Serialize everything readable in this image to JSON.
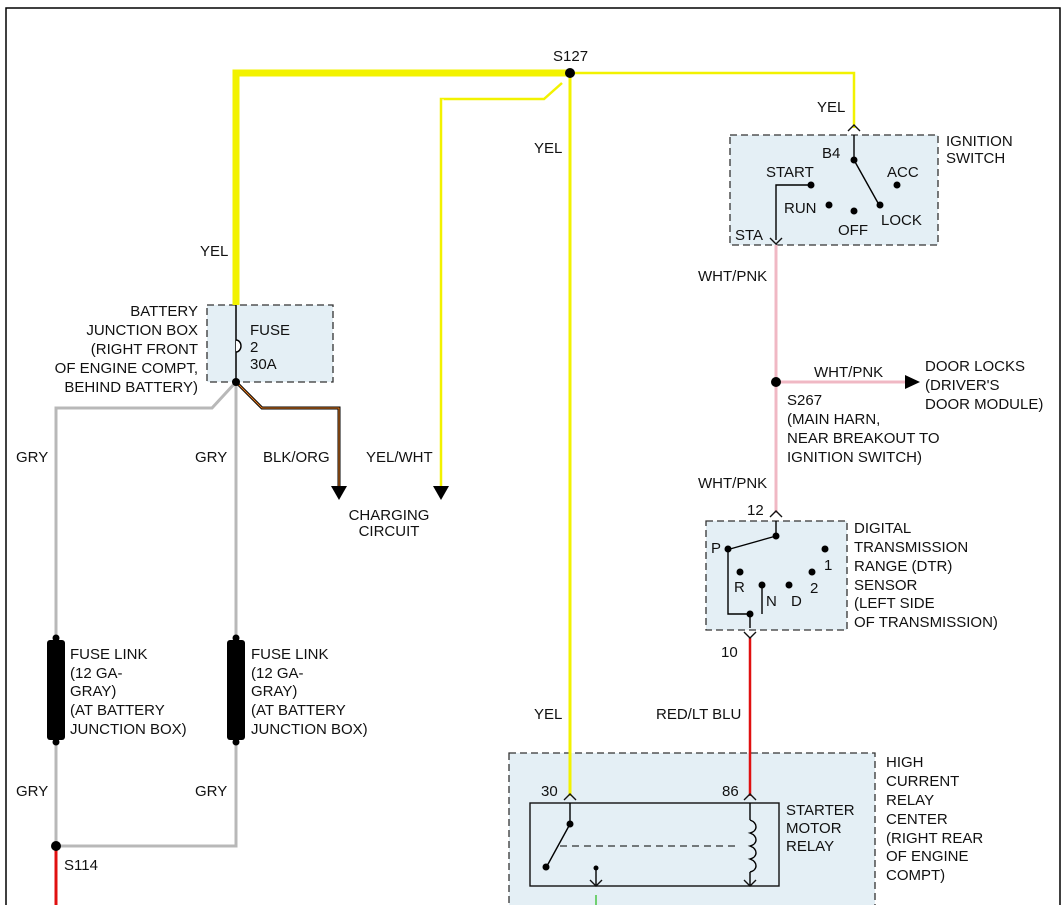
{
  "splices": {
    "s127": "S127",
    "s267": "S267",
    "s267_desc": [
      "(MAIN HARN,",
      "NEAR BREAKOUT TO",
      "IGNITION SWITCH)"
    ],
    "s114": "S114"
  },
  "wires": {
    "yel": "YEL",
    "yel_wht": "YEL/WHT",
    "gry": "GRY",
    "blk_org": "BLK/ORG",
    "wht_pnk": "WHT/PNK",
    "red_ltblu": "RED/LT BLU"
  },
  "battery_junction_box": {
    "label": [
      "BATTERY",
      "JUNCTION BOX",
      "(RIGHT FRONT",
      "OF ENGINE COMPT,",
      "BEHIND BATTERY)"
    ],
    "fuse": [
      "FUSE",
      "2",
      "30A"
    ]
  },
  "charging_circuit": [
    "CHARGING",
    "CIRCUIT"
  ],
  "ignition_switch": {
    "label": [
      "IGNITION",
      "SWITCH"
    ],
    "pin_b4": "B4",
    "pin_sta": "STA",
    "positions": {
      "start": "START",
      "run": "RUN",
      "off": "OFF",
      "lock": "LOCK",
      "acc": "ACC"
    }
  },
  "door_locks": [
    "DOOR LOCKS",
    "(DRIVER'S",
    "DOOR MODULE)"
  ],
  "dtr_sensor": {
    "label": [
      "DIGITAL",
      "TRANSMISSION",
      "RANGE (DTR)",
      "SENSOR",
      "(LEFT SIDE",
      "OF TRANSMISSION)"
    ],
    "pin_in": "12",
    "pin_out": "10",
    "positions": {
      "p": "P",
      "r": "R",
      "n": "N",
      "d": "D",
      "two": "2",
      "one": "1"
    }
  },
  "fuse_links": [
    {
      "label": [
        "FUSE LINK",
        "(12 GA-",
        "GRAY)",
        "(AT BATTERY",
        "JUNCTION BOX)"
      ]
    },
    {
      "label": [
        "FUSE LINK",
        "(12 GA-",
        "GRAY)",
        "(AT BATTERY",
        "JUNCTION BOX)"
      ]
    }
  ],
  "relay_center": {
    "label": [
      "HIGH",
      "CURRENT",
      "RELAY",
      "CENTER",
      "(RIGHT REAR",
      "OF ENGINE",
      "COMPT)"
    ],
    "relay": [
      "STARTER",
      "MOTOR",
      "RELAY"
    ],
    "pin_30": "30",
    "pin_86": "86"
  },
  "colors": {
    "yellow": "#f2f200",
    "gray": "#b8b8b8",
    "pink": "#f0b8c4",
    "red": "#e01010",
    "orange": "#f08020",
    "box_fill": "#e4eff5"
  }
}
